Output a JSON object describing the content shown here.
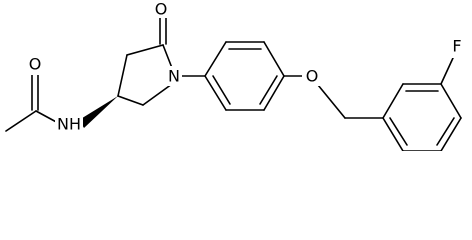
{
  "diagram": {
    "atoms": {
      "carbonyl_o_ring": "O",
      "ring_n": "N",
      "amide_nh": "NH",
      "acetyl_o": "O",
      "ether_o": "O",
      "fluorine": "F"
    }
  }
}
